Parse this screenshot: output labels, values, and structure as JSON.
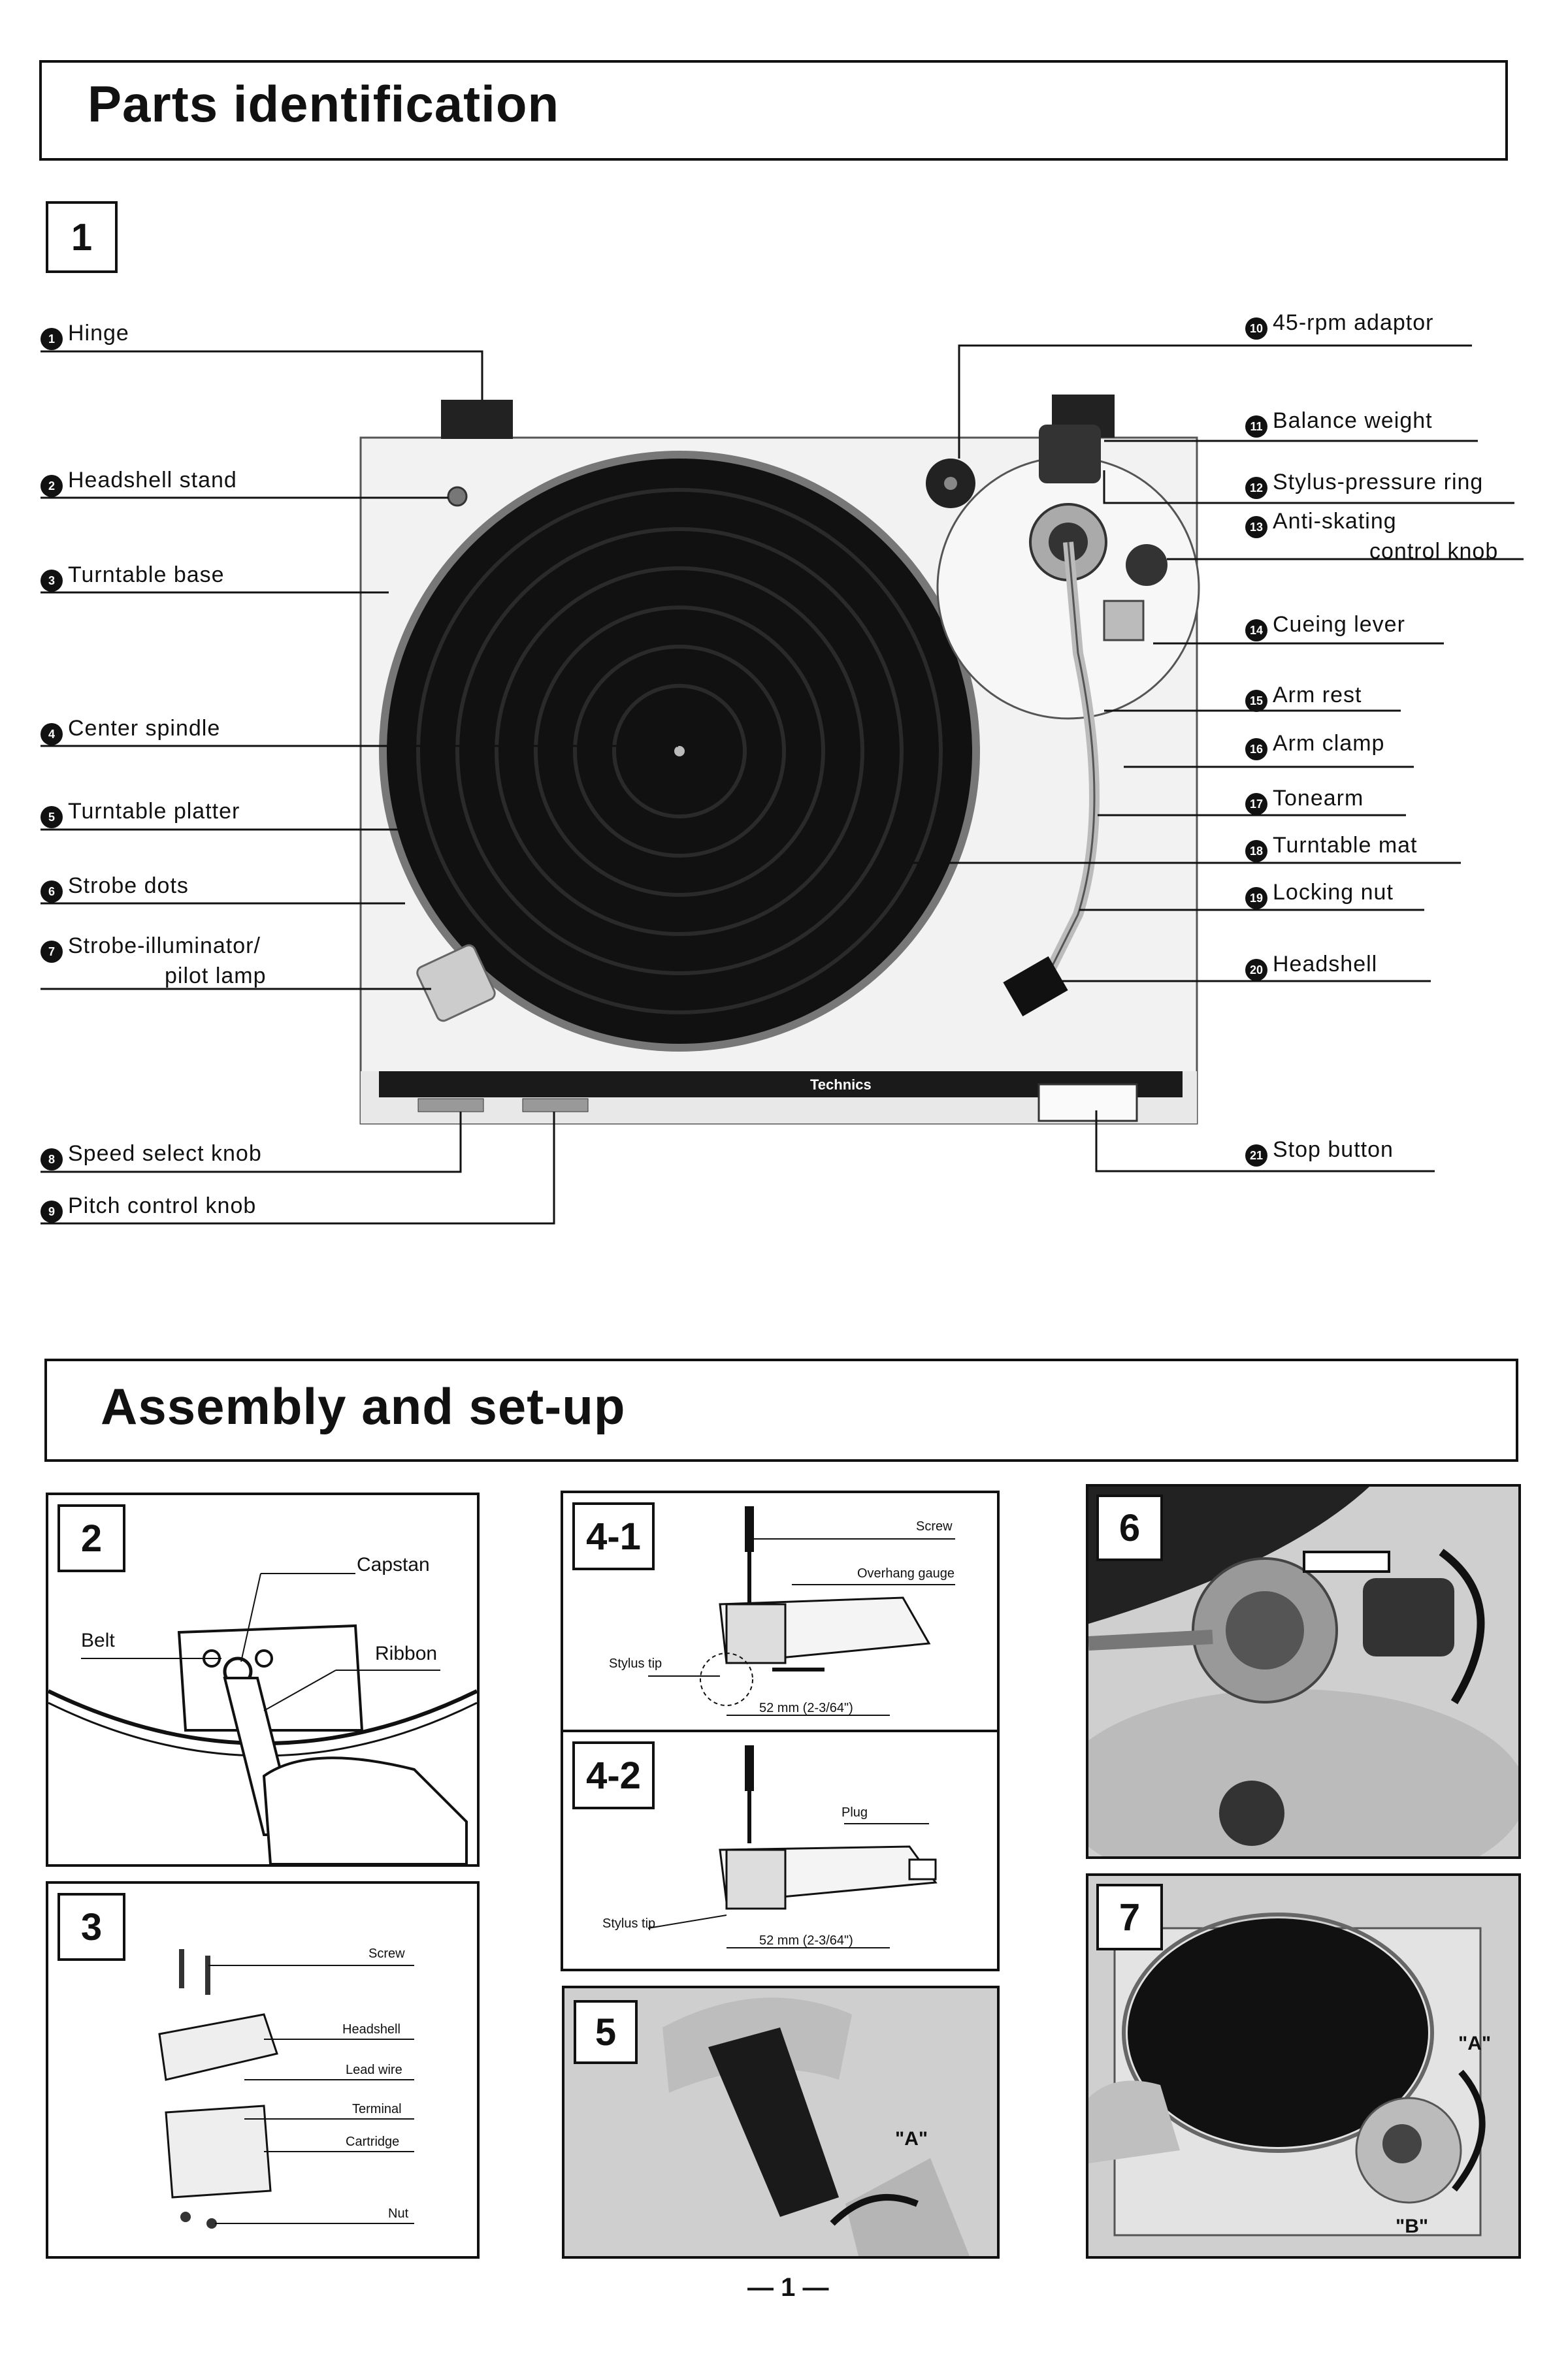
{
  "parts_section": {
    "title": "Parts identification",
    "figure_number": "1"
  },
  "parts_left": [
    {
      "num": "1",
      "text": "Hinge"
    },
    {
      "num": "2",
      "text": "Headshell stand"
    },
    {
      "num": "3",
      "text": "Turntable base"
    },
    {
      "num": "4",
      "text": "Center spindle"
    },
    {
      "num": "5",
      "text": "Turntable platter"
    },
    {
      "num": "6",
      "text": "Strobe dots"
    },
    {
      "num": "7",
      "text": "Strobe-illuminator/",
      "text2": "pilot lamp"
    },
    {
      "num": "8",
      "text": "Speed select knob"
    },
    {
      "num": "9",
      "text": "Pitch control knob"
    }
  ],
  "parts_right": [
    {
      "num": "10",
      "text": "45-rpm adaptor"
    },
    {
      "num": "11",
      "text": "Balance weight"
    },
    {
      "num": "12",
      "text": "Stylus-pressure ring"
    },
    {
      "num": "13",
      "text": "Anti-skating",
      "text2": "control knob"
    },
    {
      "num": "14",
      "text": "Cueing lever"
    },
    {
      "num": "15",
      "text": "Arm rest"
    },
    {
      "num": "16",
      "text": "Arm clamp"
    },
    {
      "num": "17",
      "text": "Tonearm"
    },
    {
      "num": "18",
      "text": "Turntable mat"
    },
    {
      "num": "19",
      "text": "Locking nut"
    },
    {
      "num": "20",
      "text": "Headshell"
    },
    {
      "num": "21",
      "text": "Stop button"
    }
  ],
  "turntable_brand": "Technics",
  "assembly_section": {
    "title": "Assembly and set-up"
  },
  "fig2": {
    "number": "2",
    "labels": {
      "capstan": "Capstan",
      "belt": "Belt",
      "ribbon": "Ribbon"
    }
  },
  "fig3": {
    "number": "3",
    "labels": {
      "screw": "Screw",
      "headshell": "Headshell",
      "lead_wire": "Lead wire",
      "terminal": "Terminal",
      "cartridge": "Cartridge",
      "nut": "Nut"
    }
  },
  "fig41": {
    "number": "4-1",
    "labels": {
      "screw": "Screw",
      "overhang_gauge": "Overhang gauge",
      "stylus_tip": "Stylus tip",
      "dimension": "52 mm (2-3/64\")"
    }
  },
  "fig42": {
    "number": "4-2",
    "labels": {
      "plug": "Plug",
      "stylus_tip": "Stylus tip",
      "dimension": "52 mm (2-3/64\")"
    }
  },
  "fig5": {
    "number": "5",
    "labels": {
      "a": "\"A\""
    }
  },
  "fig6": {
    "number": "6"
  },
  "fig7": {
    "number": "7",
    "labels": {
      "a": "\"A\"",
      "b": "\"B\""
    }
  },
  "page_number": "— 1 —"
}
